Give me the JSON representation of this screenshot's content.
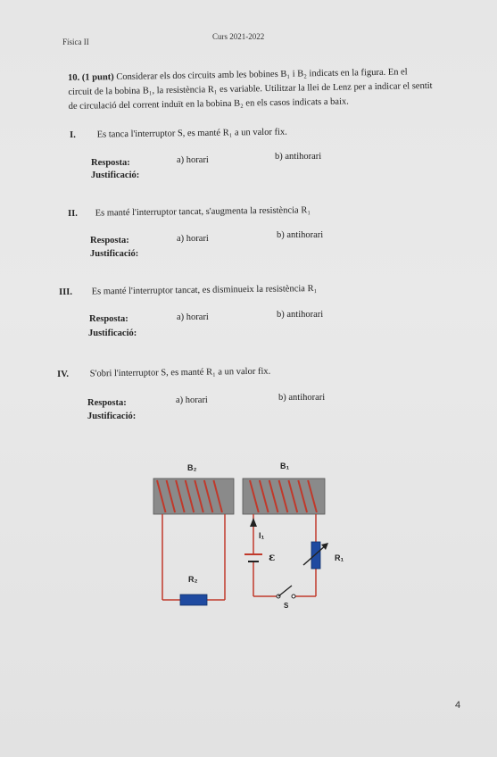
{
  "header": {
    "subject": "Física II",
    "course": "Curs 2021-2022"
  },
  "question": {
    "number": "10.",
    "points": "(1 punt)",
    "text": "Considerar els dos circuits amb les bobines B₁ i B₂ indicats en la figura. En el circuit de la bobina B₁, la resistència R₁ es variable. Utilitzar la llei de Lenz per a indicar el sentit de circulació del corrent induït en la bobina B₂ en els casos indicats a baix."
  },
  "items": [
    {
      "num": "I.",
      "text": "Es tanca l'interruptor S, es manté R₁ a un valor fix."
    },
    {
      "num": "II.",
      "text": "Es manté l'interruptor tancat, s'augmenta la resistència R₁"
    },
    {
      "num": "III.",
      "text": "Es manté l'interruptor tancat, es disminueix la resistència R₁"
    },
    {
      "num": "IV.",
      "text": "S'obri l'interruptor S, es manté R₁ a un valor fix."
    }
  ],
  "labels": {
    "resposta": "Resposta:",
    "justificacio": "Justificació:",
    "opt_a": "a) horari",
    "opt_b": "b) antihorari"
  },
  "figure": {
    "b2": "B₂",
    "b1": "B₁",
    "i1": "I₁",
    "emf": "ε",
    "r1": "R₁",
    "r2": "R₂",
    "s": "S",
    "coil_color": "#c0392b",
    "wire_color": "#c0392b",
    "resistor_color": "#1f4aa0"
  },
  "page_number": "4"
}
